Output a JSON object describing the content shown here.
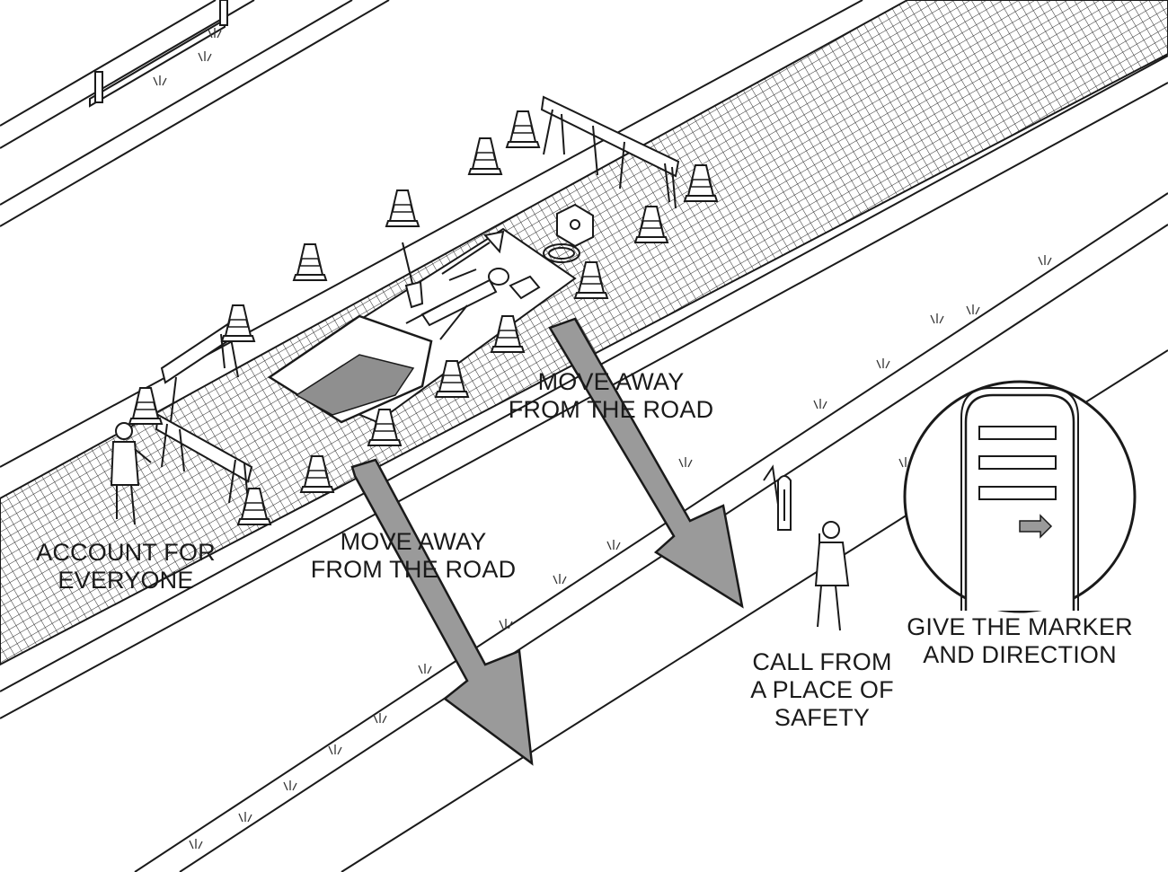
{
  "labels": {
    "account": {
      "line1": "ACCOUNT FOR",
      "line2": "EVERYONE"
    },
    "move_away_left": {
      "line1": "MOVE AWAY",
      "line2": "FROM THE ROAD"
    },
    "move_away_right": {
      "line1": "MOVE AWAY",
      "line2": "FROM THE ROAD"
    },
    "call": {
      "line1": "CALL FROM",
      "line2": "A PLACE OF",
      "line3": "SAFETY"
    },
    "marker": {
      "line1": "GIVE THE MARKER",
      "line2": "AND DIRECTION"
    }
  },
  "colors": {
    "ink": "#1a1a1a",
    "arrow_fill": "#9a9a9a",
    "water_fill": "#8f8f8f",
    "paper": "#ffffff"
  },
  "icons": [
    "traffic-cone-icon",
    "barrier-icon",
    "worker-icon",
    "injured-person-icon",
    "phone-caller-icon",
    "marker-post-icon",
    "spade-icon",
    "first-aid-kit-icon",
    "arrow-icon"
  ]
}
